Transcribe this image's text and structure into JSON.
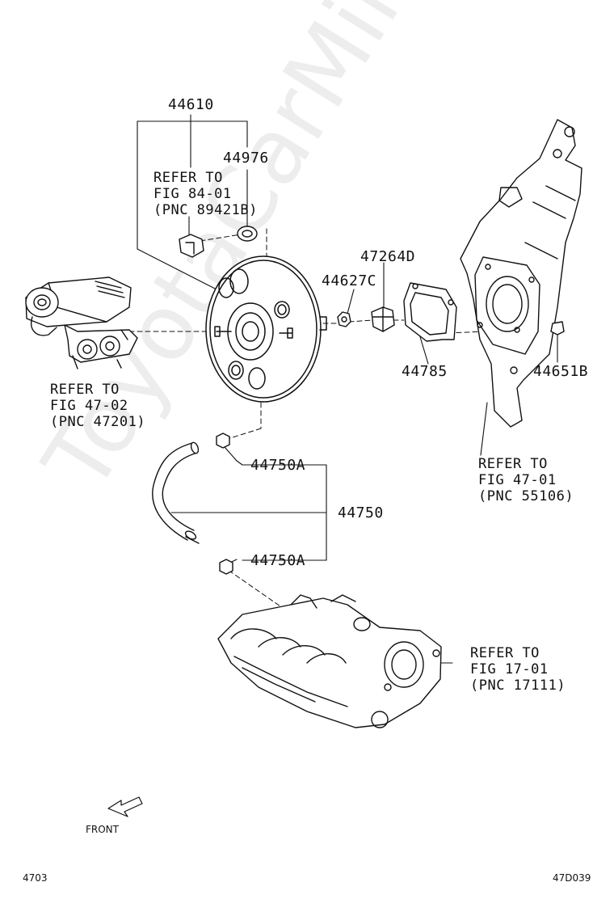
{
  "labels": {
    "p44610": "44610",
    "p44976": "44976",
    "p47264d": "47264D",
    "p44627c": "44627C",
    "p44785": "44785",
    "p44651b": "44651B",
    "p44750a_top": "44750A",
    "p44750": "44750",
    "p44750a_bottom": "44750A"
  },
  "refs": {
    "ref_84_01": [
      "REFER TO",
      "FIG 84-01",
      "(PNC 89421B)"
    ],
    "ref_47_02": [
      "REFER TO",
      "FIG 47-02",
      "(PNC 47201)"
    ],
    "ref_47_01": [
      "REFER TO",
      "FIG 47-01",
      "(PNC 55106)"
    ],
    "ref_17_01": [
      "REFER TO",
      "FIG 17-01",
      "(PNC 17111)"
    ]
  },
  "front_label": "FRONT",
  "footer": {
    "left_code": "4703",
    "right_code": "47D039"
  },
  "watermark": "ToyotaCarMine.ru",
  "colors": {
    "line": "#111111",
    "background": "#ffffff"
  }
}
